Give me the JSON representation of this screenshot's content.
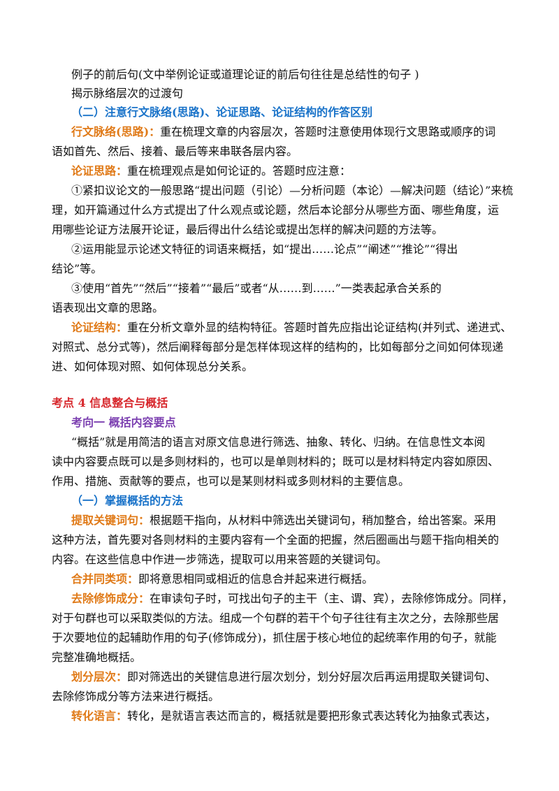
{
  "top": {
    "line1": "例子的前后句(文中举例论证或道理论证的前后句往往是总结性的句子 )",
    "line2": "揭示脉络层次的过渡句"
  },
  "section2": {
    "heading": "（二）注意行文脉络(思路)、论证思路、论证结构的作答区别",
    "p1": {
      "label": "行文脉络(思路)：",
      "line1": "重在梳理文章的内容层次，答题时注意使用体现行文思路或顺序的词",
      "line2": "语如首先、然后、接着、最后等来串联各层内容。"
    },
    "p2": {
      "label": "论证思路：",
      "text": "重在梳理观点是如何论证的。答题时应注意："
    },
    "item1": {
      "line1": "①紧扣议论文的一般思路“提出问题（引论）—分析问题（本论）—解决问题（结论）”来梳",
      "line2": "理，如开篇通过什么方式提出了什么观点或论题，然后本论部分从哪些方面、哪些角度，运",
      "line3": "用哪些论证方法展开论证，最后得出什么结论或提出怎样的解决问题的方法等。"
    },
    "item2": {
      "line1": "②运用能显示论述文特征的词语来概括，如“提出……论点”“阐述”“推论”“得出",
      "line2": "结论”等。"
    },
    "item3": {
      "line1": "③使用“首先”“然后”“接着”“最后”或者“从……到……”一类表起承合关系的",
      "line2": "语表现出文章的思路。"
    },
    "p3": {
      "label": "论证结构：",
      "line1": "重在分析文章外显的结构特征。答题时首先应指出论证结构(并列式、递进式、",
      "line2": "对照式、总分式等)，然后阐释每部分是怎样体现这样的结构的，比如每部分之间如何体现递",
      "line3": "进、如何体现对照、如何体现总分关系。"
    }
  },
  "kaodian4": {
    "heading": "考点 4  信息整合与概括",
    "subheading": "考向一  概括内容要点",
    "intro": {
      "line1": "“概括”就是用简洁的语言对原文信息进行筛选、抽象、转化、归纳。在信息性文本阅",
      "line2": "读中内容要点既可以是多则材料的，也可以是单则材料的；既可以是材料特定内容如原因、",
      "line3": "作用、措施、贡献等的要点，也可以是某则材料或多则材料的主要信息。"
    },
    "methods_heading": "（一）掌握概括的方法",
    "m1": {
      "label": "提取关键词句：",
      "line1": "根据题干指向，从材料中筛选出关键词句，稍加整合，给出答案。采用",
      "line2": "这种方法，首先要对各则材料的主要内容有一个全面的把握，然后圈画出与题干指向相关的",
      "line3": "内容。在这些信息中作进一步筛选，提取可以用来答题的关键词句。"
    },
    "m2": {
      "label": "合并同类项：",
      "text": "即将意思相同或相近的信息合并起来进行概括。"
    },
    "m3": {
      "label": "去除修饰成分：",
      "line1": "在审读句子时，可找出句子的主干（主、谓、宾），去除修饰成分。同样，",
      "line2": "对于句群也可以采取类似的方法。组成一个句群的若干个句子往往有主次之分，去除那些居",
      "line3": "于次要地位的起辅助作用的句子(修饰成分)，抓住居于核心地位的起统率作用的句子，就能",
      "line4": "完整准确地概括。"
    },
    "m4": {
      "label": "划分层次：",
      "line1": "即对筛选出的关键信息进行层次划分，划分好层次后再运用提取关键词句、",
      "line2": "去除修饰成分等方法来进行概括。"
    },
    "m5": {
      "label": "转化语言：",
      "line1": "转化，是就语言表达而言的，概括就是要把形象式表达转化为抽象式表达，"
    }
  }
}
